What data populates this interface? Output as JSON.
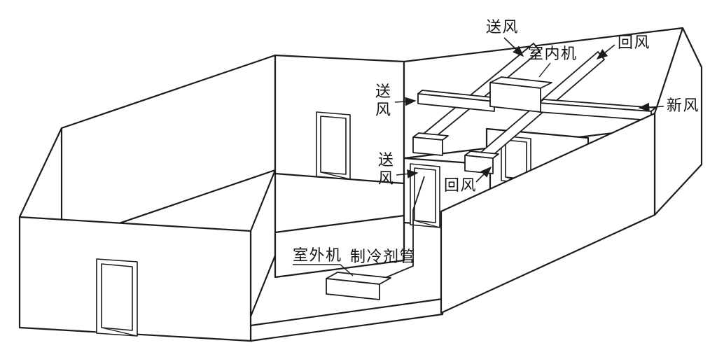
{
  "labels": {
    "supply_air_top": "送风",
    "indoor_unit": "室内机",
    "return_air_top": "回风",
    "fresh_air": "新风",
    "supply_air_mid": [
      "送",
      "风"
    ],
    "supply_air_low": [
      "送",
      "风"
    ],
    "return_air_mid": "回风",
    "outdoor_unit": "室外机",
    "refrigerant_pipe": "制冷剂管"
  },
  "colors": {
    "ink": "#1c1c1c",
    "background": "#ffffff"
  }
}
